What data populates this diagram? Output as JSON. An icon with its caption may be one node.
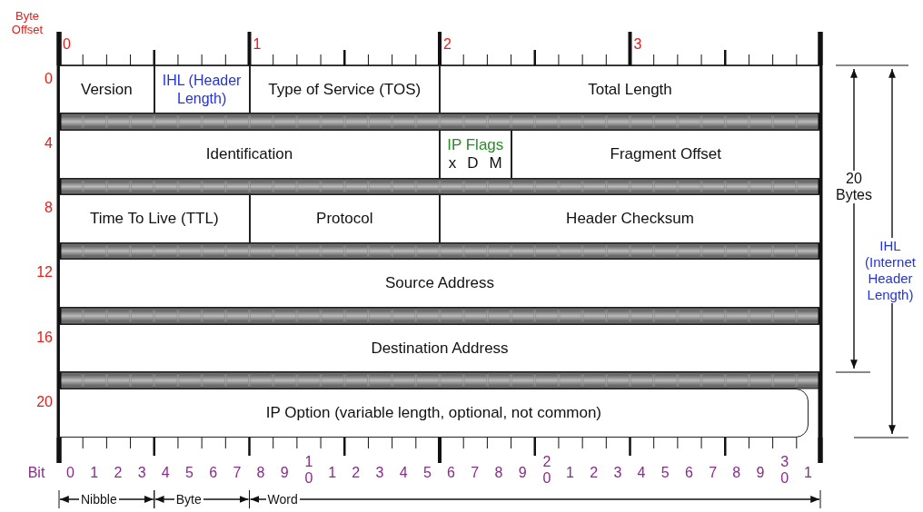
{
  "diagram": {
    "nodes": [
      {
        "text": [
          "Version"
        ]
      },
      {
        "text": [
          "IHL (Header Length)"
        ]
      },
      {
        "text": [
          "Type of Service (TOS)"
        ]
      },
      {
        "text": [
          "Total Length"
        ]
      },
      {
        "text": [
          "Identification"
        ]
      },
      {
        "text": [
          "IP Flags",
          "x",
          "D",
          "M"
        ]
      },
      {
        "text": [
          "Fragment Offset"
        ]
      },
      {
        "text": [
          "Time To Live (TTL)"
        ]
      },
      {
        "text": [
          "Protocol"
        ]
      },
      {
        "text": [
          "Header Checksum"
        ]
      },
      {
        "text": [
          "Source Address"
        ]
      },
      {
        "text": [
          "Destination Address"
        ]
      },
      {
        "text": [
          "IP Option (variable length, optional, not common)"
        ]
      }
    ],
    "edges": [],
    "labels": [
      "Byte Offset",
      "0",
      "1",
      "2",
      "3",
      "0",
      "4",
      "8",
      "12",
      "16",
      "20",
      "20 Bytes",
      "IHL (Internet Header Length)",
      "Bit",
      "0",
      "1",
      "2",
      "3",
      "4",
      "5",
      "6",
      "7",
      "8",
      "9",
      "10",
      "1",
      "2",
      "3",
      "4",
      "5",
      "6",
      "7",
      "8",
      "9",
      "20",
      "1",
      "2",
      "3",
      "4",
      "5",
      "6",
      "7",
      "8",
      "9",
      "30",
      "1",
      "Nibble",
      "Byte",
      "Word"
    ]
  }
}
